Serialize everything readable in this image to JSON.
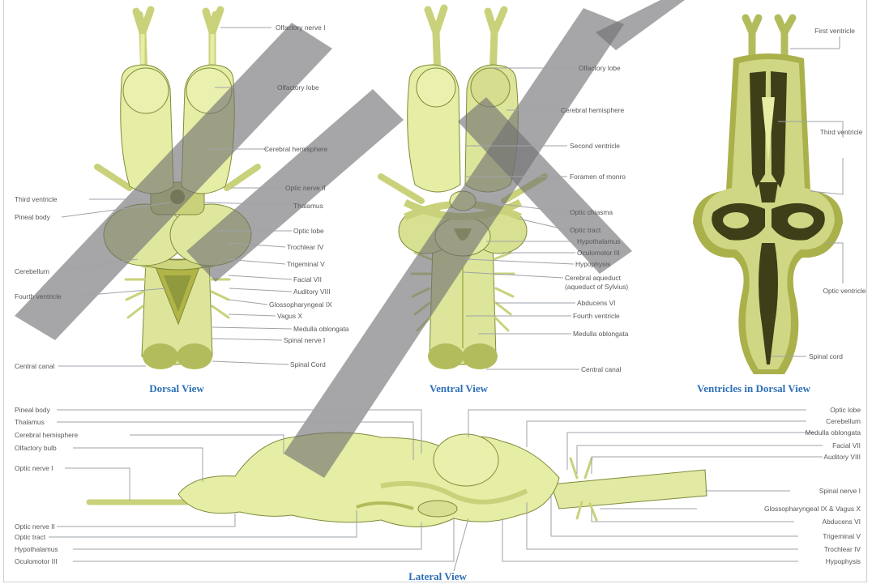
{
  "colors": {
    "tissue": "#e6eda4",
    "tissue_shade": "#c9d27a",
    "tissue_dark": "#b3bc5c",
    "ventricle": "#3e3f18",
    "ventricle_wall": "#8f9a3e",
    "caption": "#2d6fb6",
    "label": "#55585c",
    "leader": "#9ea3a8",
    "watermark": "#6f6f72"
  },
  "views": {
    "dorsal": {
      "caption": "Dorsal View",
      "labels": {
        "olfactory_nerve": "Olfactory nerve I",
        "olfactory_lobe": "Olfactory lobe",
        "cerebral_hemisphere": "Cerebral hemisphere",
        "optic_nerve": "Optic nerve II",
        "thalamus": "Thalamus",
        "third_ventricle": "Third ventricle",
        "pineal_body": "Pineal body",
        "optic_lobe": "Optic lobe",
        "trochlear": "Trochlear IV",
        "trigeminal": "Trigeminal V",
        "facial": "Facial VII",
        "auditory": "Auditory VIII",
        "cerebellum": "Cerebellum",
        "fourth_ventricle": "Fourth ventricle",
        "glossopharyngeal": "Glossopharyngeal IX",
        "vagus": "Vagus X",
        "medulla": "Medulla oblongata",
        "spinal_nerve": "Spinal nerve I",
        "spinal_cord": "Spinal Cord",
        "central_canal": "Central canal"
      }
    },
    "ventral": {
      "caption": "Ventral View",
      "labels": {
        "olfactory_lobe": "Olfactory lobe",
        "cerebral_hemisphere": "Cerebral hemisphere",
        "second_ventricle": "Second ventricle",
        "foramen_monro": "Foramen of monro",
        "optic_chiasma": "Optic chiasma",
        "optic_tract": "Optic tract",
        "hypothalamus": "Hypothalamus",
        "oculomotor": "Oculomotor III",
        "hypophysis": "Hypophysis",
        "cerebral_aqueduct": "Cerebral aqueduct",
        "iter": "(aqueduct of Sylvius)",
        "abducens": "Abducens VI",
        "fourth_ventricle": "Fourth ventricle",
        "medulla": "Medulla oblongata",
        "central_canal": "Central canal"
      }
    },
    "ventricles": {
      "caption": "Ventricles in Dorsal View",
      "labels": {
        "first_ventricle": "First ventricle",
        "third_ventricle": "Third ventricle",
        "optic_ventricle": "Optic ventricle",
        "spinal_cord": "Spinal cord"
      }
    },
    "lateral": {
      "caption": "Lateral View",
      "left_labels": [
        "Pineal body",
        "Thalamus",
        "Cerebral hemisphere",
        "Olfactory bulb",
        "Optic nerve I",
        "Optic nerve II",
        "Optic tract",
        "Hypothalamus",
        "Oculomotor III"
      ],
      "right_labels": [
        "Optic lobe",
        "Cerebellum",
        "Medulla oblongata",
        "Facial VII",
        "Auditory VIII",
        "Spinal nerve I",
        "Glossopharyngeal IX & Vagus X",
        "Abducens VI",
        "Trigeminal V",
        "Trochlear IV",
        "Hypophysis"
      ]
    }
  }
}
